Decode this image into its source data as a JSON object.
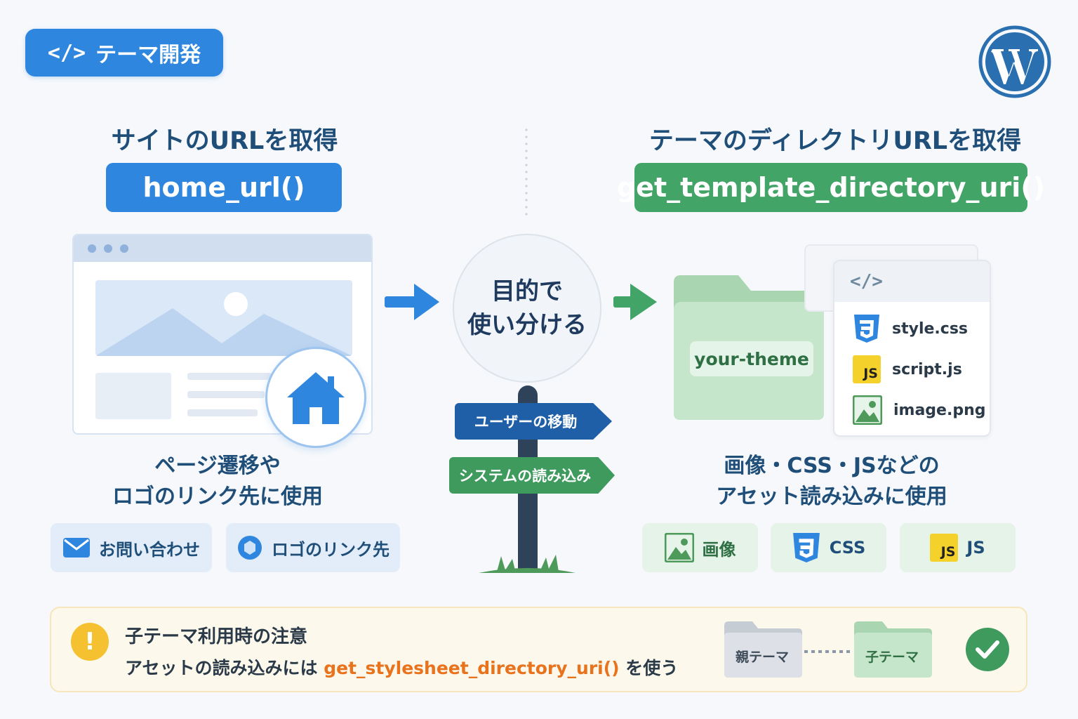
{
  "badge": {
    "icon": "code-icon",
    "code": "</>",
    "label": "テーマ開発"
  },
  "left": {
    "heading": "サイトのURLを取得",
    "function": "home_url()",
    "caption_line1": "ページ遷移や",
    "caption_line2": "ロゴのリンク先に使用",
    "chips": [
      {
        "icon": "mail-icon",
        "label": "お問い合わせ"
      },
      {
        "icon": "logo-icon",
        "label": "ロゴのリンク先"
      }
    ]
  },
  "center": {
    "circle_line1": "目的で",
    "circle_line2": "使い分ける",
    "sign_user": "ユーザーの移動",
    "sign_system": "システムの読み込み"
  },
  "right": {
    "heading": "テーマのディレクトリURLを取得",
    "function": "get_template_directory_uri()",
    "folder_name": "your-theme",
    "code_header": "</>",
    "files": [
      {
        "icon": "css3-icon",
        "name": "style.css"
      },
      {
        "icon": "js-icon",
        "name": "script.js",
        "badge": "JS"
      },
      {
        "icon": "image-icon",
        "name": "image.png"
      }
    ],
    "caption_line1": "画像・CSS・JSなどの",
    "caption_line2": "アセット読み込みに使用",
    "chips": [
      {
        "icon": "image-icon",
        "label": "画像"
      },
      {
        "icon": "css3-icon",
        "label": "CSS"
      },
      {
        "icon": "js-icon",
        "label": "JS",
        "badge": "JS"
      }
    ]
  },
  "notice": {
    "icon_text": "!",
    "title": "子テーマ利用時の注意",
    "body_prefix": "アセットの読み込みには ",
    "body_function": "get_stylesheet_directory_uri()",
    "body_suffix": " を使う",
    "parent_label": "親テーマ",
    "child_label": "子テーマ"
  },
  "colors": {
    "blue": "#2e86de",
    "green": "#43a467",
    "navy": "#1f4e79",
    "orange": "#e8731c",
    "warning": "#f6c131"
  }
}
